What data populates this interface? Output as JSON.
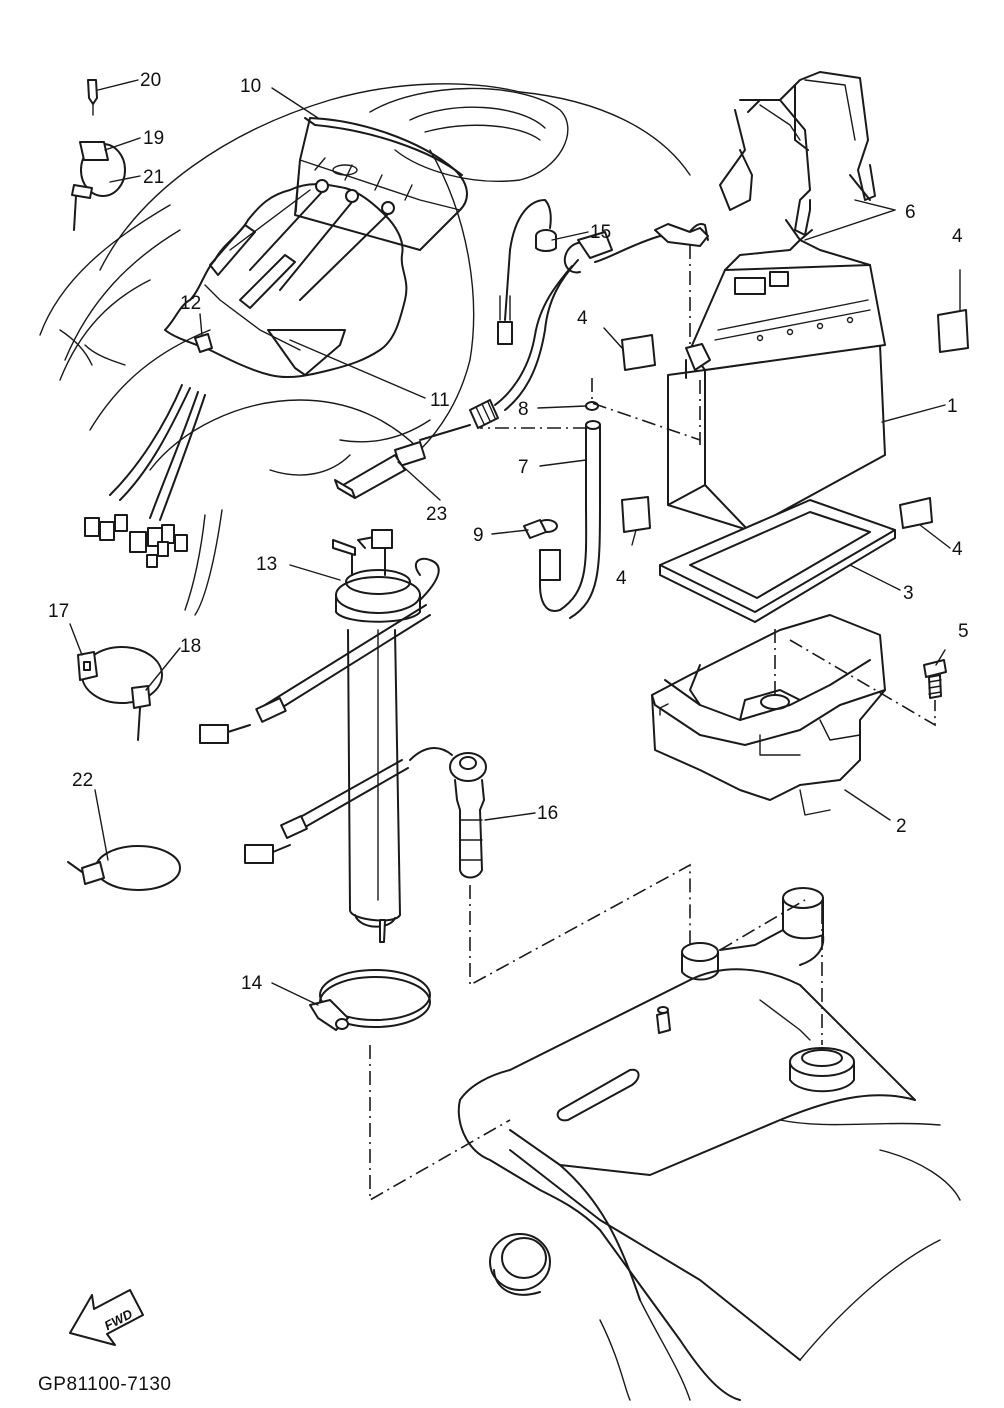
{
  "diagram_code": "GP81100-7130",
  "fwd_label": "FWD",
  "callouts": {
    "c1": "1",
    "c2": "2",
    "c3": "3",
    "c4a": "4",
    "c4b": "4",
    "c4c": "4",
    "c4d": "4",
    "c5": "5",
    "c6": "6",
    "c7": "7",
    "c8": "8",
    "c9": "9",
    "c10": "10",
    "c11": "11",
    "c12": "12",
    "c13": "13",
    "c14": "14",
    "c15": "15",
    "c16": "16",
    "c17": "17",
    "c18": "18",
    "c19": "19",
    "c20": "20",
    "c21": "21",
    "c22": "22",
    "c23": "23"
  }
}
